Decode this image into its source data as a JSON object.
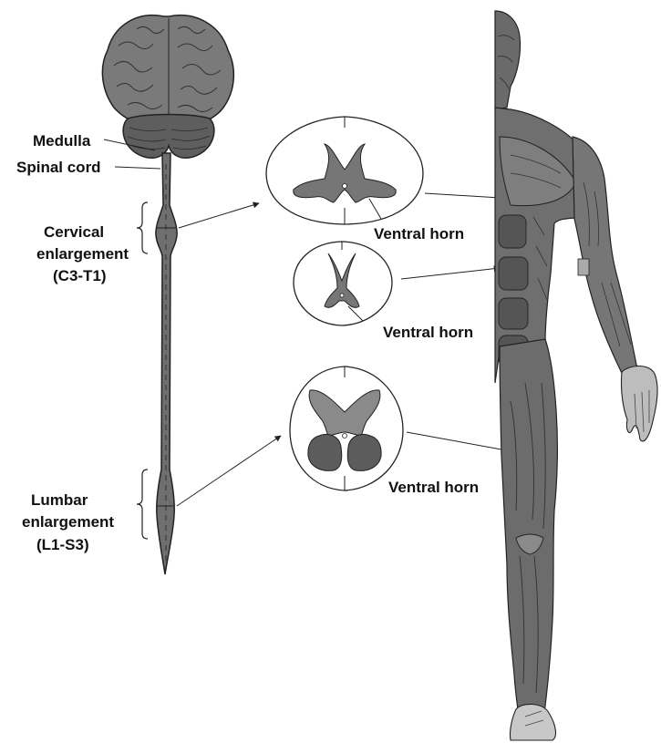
{
  "labels": {
    "medulla": "Medulla",
    "spinal_cord": "Spinal cord",
    "cervical_1": "Cervical",
    "cervical_2": "enlargement",
    "cervical_3": "(C3-T1)",
    "lumbar_1": "Lumbar",
    "lumbar_2": "enlargement",
    "lumbar_3": "(L1-S3)",
    "ventral_horn_1": "Ventral horn",
    "ventral_horn_2": "Ventral horn",
    "ventral_horn_3": "Ventral horn"
  },
  "colors": {
    "tissue": "#6f6f6f",
    "tissue_light": "#9a9a9a",
    "tissue_dark": "#3f3f3f",
    "outline": "#222222",
    "background": "#ffffff"
  }
}
